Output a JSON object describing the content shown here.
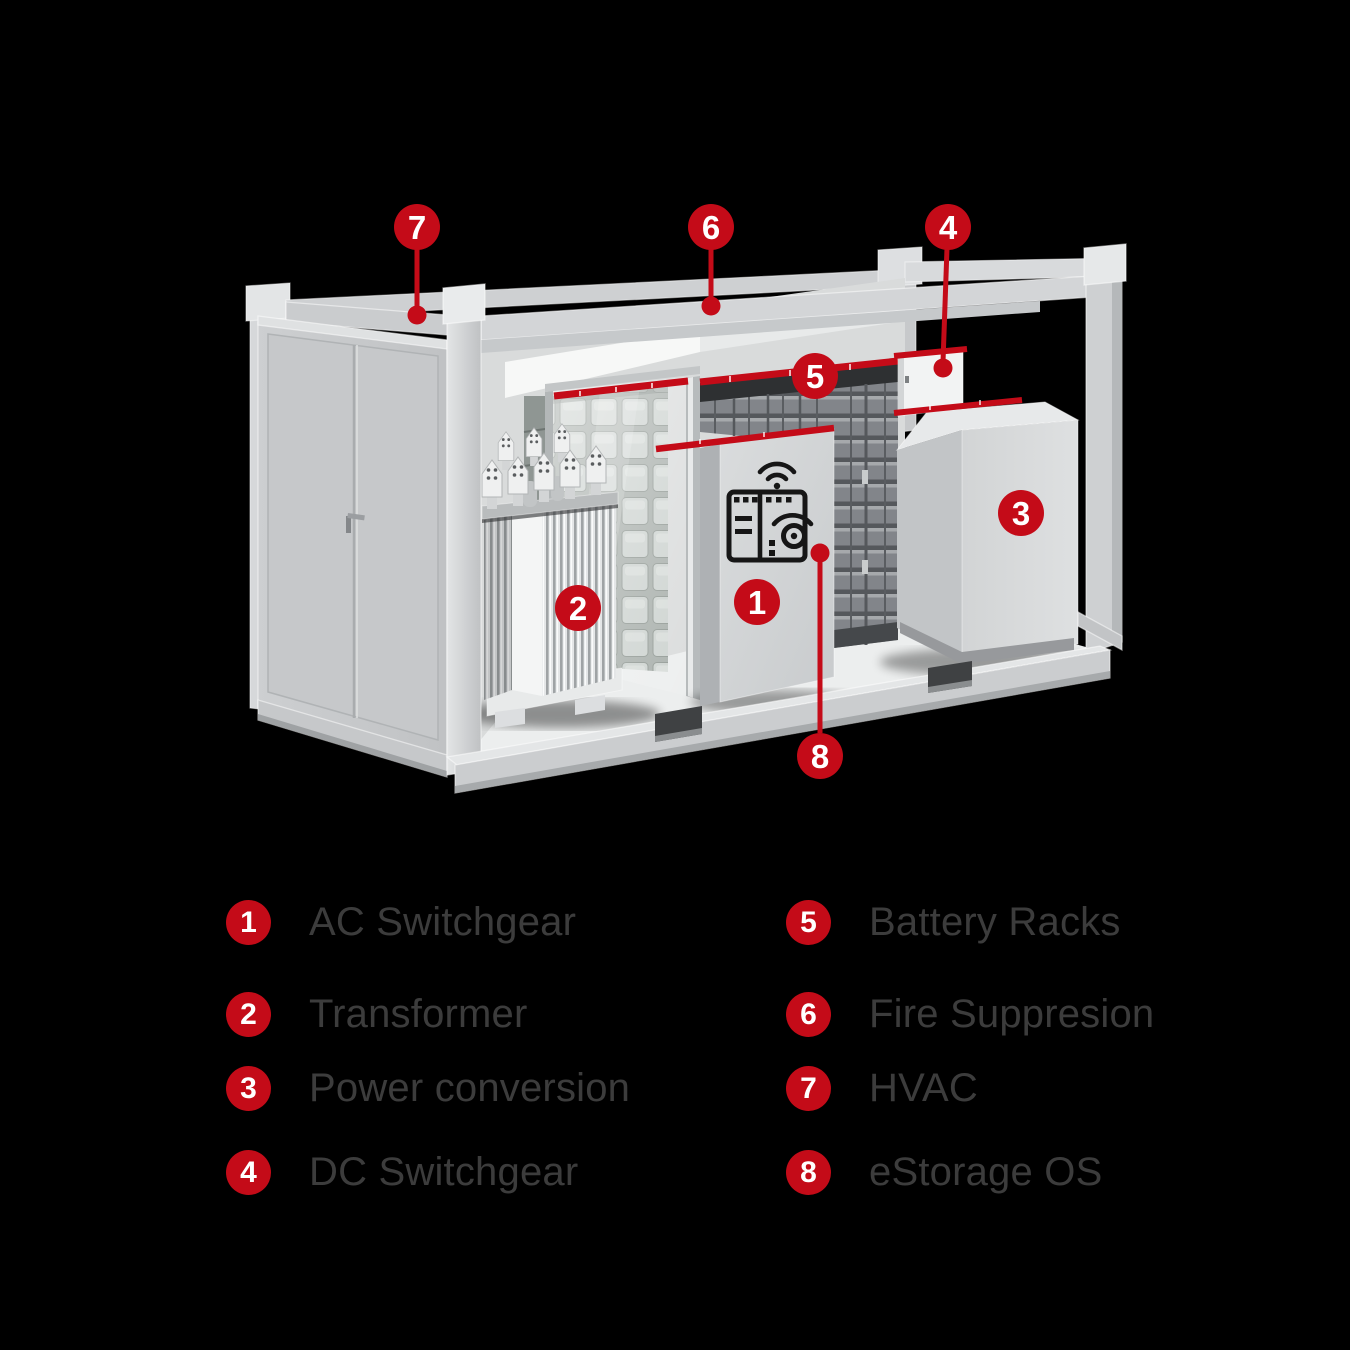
{
  "colors": {
    "background": "#000000",
    "accent_red": "#c40b18",
    "legend_text": "#3c3c3c",
    "container_gray": "#d3d5d7"
  },
  "icons": {
    "estorage_icon": "monitoring-panel-icon",
    "wifi_icon": "wifi-icon",
    "eye_icon": "eye-icon"
  },
  "markers": [
    "1",
    "2",
    "3",
    "4",
    "5",
    "6",
    "7",
    "8"
  ],
  "legend": {
    "left": [
      {
        "number": "1",
        "label": "AC Switchgear"
      },
      {
        "number": "2",
        "label": "Transformer"
      },
      {
        "number": "3",
        "label": "Power conversion"
      },
      {
        "number": "4",
        "label": "DC Switchgear"
      }
    ],
    "right": [
      {
        "number": "5",
        "label": "Battery Racks"
      },
      {
        "number": "6",
        "label": "Fire Suppresion"
      },
      {
        "number": "7",
        "label": "HVAC"
      },
      {
        "number": "8",
        "label": "eStorage OS"
      }
    ]
  }
}
